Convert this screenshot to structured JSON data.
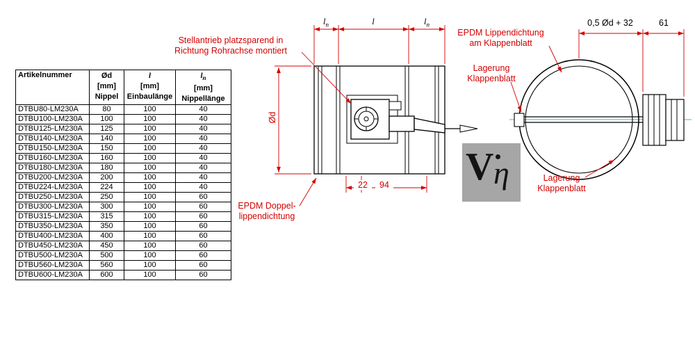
{
  "colors": {
    "annotation_red": "#d40000",
    "line_black": "#000000",
    "centerline_blue": "#3db5e6",
    "logo_gray": "#a6a6a6"
  },
  "table": {
    "header": {
      "artikelnummer": "Artikelnummer",
      "col_od": {
        "sym": "Ød",
        "unit": "[mm]",
        "name": "Nippel"
      },
      "col_l": {
        "sym": "l",
        "unit": "[mm]",
        "name": "Einbaulänge"
      },
      "col_ln": {
        "sym": "l",
        "sub": "n",
        "unit": "[mm]",
        "name": "Nippellänge"
      }
    },
    "rows": [
      {
        "art": "DTBU80-LM230A",
        "od": "80",
        "l": "100",
        "ln": "40"
      },
      {
        "art": "DTBU100-LM230A",
        "od": "100",
        "l": "100",
        "ln": "40"
      },
      {
        "art": "DTBU125-LM230A",
        "od": "125",
        "l": "100",
        "ln": "40"
      },
      {
        "art": "DTBU140-LM230A",
        "od": "140",
        "l": "100",
        "ln": "40"
      },
      {
        "art": "DTBU150-LM230A",
        "od": "150",
        "l": "100",
        "ln": "40"
      },
      {
        "art": "DTBU160-LM230A",
        "od": "160",
        "l": "100",
        "ln": "40"
      },
      {
        "art": "DTBU180-LM230A",
        "od": "180",
        "l": "100",
        "ln": "40"
      },
      {
        "art": "DTBU200-LM230A",
        "od": "200",
        "l": "100",
        "ln": "40"
      },
      {
        "art": "DTBU224-LM230A",
        "od": "224",
        "l": "100",
        "ln": "40"
      },
      {
        "art": "DTBU250-LM230A",
        "od": "250",
        "l": "100",
        "ln": "60"
      },
      {
        "art": "DTBU300-LM230A",
        "od": "300",
        "l": "100",
        "ln": "60"
      },
      {
        "art": "DTBU315-LM230A",
        "od": "315",
        "l": "100",
        "ln": "60"
      },
      {
        "art": "DTBU350-LM230A",
        "od": "350",
        "l": "100",
        "ln": "60"
      },
      {
        "art": "DTBU400-LM230A",
        "od": "400",
        "l": "100",
        "ln": "60"
      },
      {
        "art": "DTBU450-LM230A",
        "od": "450",
        "l": "100",
        "ln": "60"
      },
      {
        "art": "DTBU500-LM230A",
        "od": "500",
        "l": "100",
        "ln": "60"
      },
      {
        "art": "DTBU560-LM230A",
        "od": "560",
        "l": "100",
        "ln": "60"
      },
      {
        "art": "DTBU600-LM230A",
        "od": "600",
        "l": "100",
        "ln": "60"
      }
    ]
  },
  "annotations": {
    "stellantrieb": {
      "line1": "Stellantrieb platzsparend in",
      "line2": "Richtung Rohrachse montiert"
    },
    "epdm_doppel": {
      "line1": "EPDM Doppel-",
      "line2": "lippendichtung"
    },
    "epdm_lippen": {
      "line1": "EPDM Lippendichtung",
      "line2": "am Klappenblatt"
    },
    "lagerung_links": {
      "line1": "Lagerung",
      "line2": "Klappenblatt"
    },
    "lagerung_unten": {
      "line1": "Lagerung",
      "line2": "Klappenblatt"
    }
  },
  "dims": {
    "ln_left": {
      "sym": "l",
      "sub": "n"
    },
    "l_mid": "l",
    "ln_right": {
      "sym": "l",
      "sub": "n"
    },
    "od_side": "Ød",
    "offset_22": "22",
    "length_94": "94",
    "half_od": "0,5 Ød + 32",
    "bracket_61": "61"
  },
  "logo": {
    "v": "V",
    "eta": "η"
  }
}
